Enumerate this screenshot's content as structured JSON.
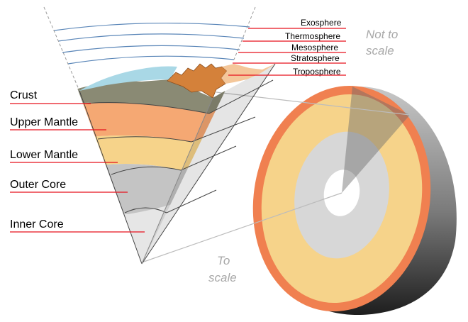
{
  "layers": [
    {
      "key": "crust",
      "label": "Crust",
      "color": "#8a8a74"
    },
    {
      "key": "upper_mantle",
      "label": "Upper Mantle",
      "color": "#f5a873"
    },
    {
      "key": "lower_mantle",
      "label": "Lower Mantle",
      "color": "#f6d38a"
    },
    {
      "key": "outer_core",
      "label": "Outer Core",
      "color": "#c4c4c4"
    },
    {
      "key": "inner_core",
      "label": "Inner Core",
      "color": "#e6e6e6"
    }
  ],
  "atmosphere": [
    {
      "key": "exosphere",
      "label": "Exosphere"
    },
    {
      "key": "thermosphere",
      "label": "Thermosphere"
    },
    {
      "key": "mesosphere",
      "label": "Mesosphere"
    },
    {
      "key": "stratosphere",
      "label": "Stratosphere"
    },
    {
      "key": "troposphere",
      "label": "Troposphere"
    }
  ],
  "notes": {
    "not_to_scale_line1": "Not to",
    "not_to_scale_line2": "scale",
    "to_scale_line1": "To",
    "to_scale_line2": "scale"
  },
  "colors": {
    "pointer": "#e8101c",
    "ocean": "#a9d8e6",
    "mountains": "#d4813a",
    "sphere_rim": "#f08050",
    "sphere_side_dark": "#2a2a2a"
  }
}
